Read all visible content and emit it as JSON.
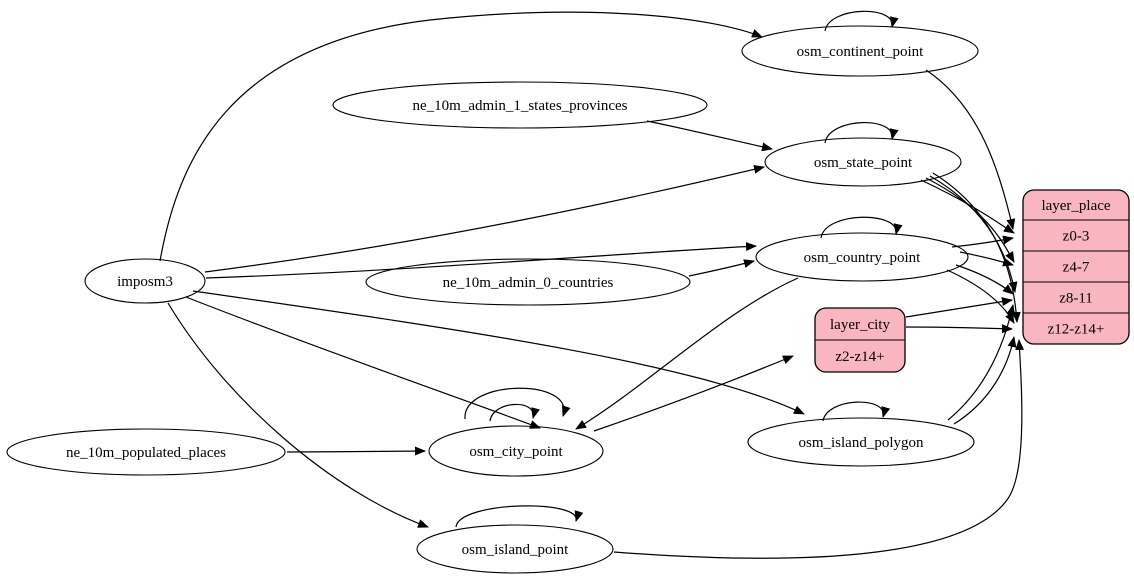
{
  "diagram": {
    "kind": "etl-dependency-graph",
    "background": "#ffffff",
    "colors": {
      "table_fill": "#ffffff",
      "layer_fill": "#f9b6c1",
      "stroke": "#000000",
      "edge": "#000000"
    },
    "tables": [
      {
        "id": "imposm3",
        "label": "imposm3"
      },
      {
        "id": "ne_10m_admin_1_states_provinces",
        "label": "ne_10m_admin_1_states_provinces"
      },
      {
        "id": "ne_10m_admin_0_countries",
        "label": "ne_10m_admin_0_countries"
      },
      {
        "id": "ne_10m_populated_places",
        "label": "ne_10m_populated_places"
      },
      {
        "id": "osm_continent_point",
        "label": "osm_continent_point"
      },
      {
        "id": "osm_state_point",
        "label": "osm_state_point"
      },
      {
        "id": "osm_country_point",
        "label": "osm_country_point"
      },
      {
        "id": "osm_city_point",
        "label": "osm_city_point"
      },
      {
        "id": "osm_island_polygon",
        "label": "osm_island_polygon"
      },
      {
        "id": "osm_island_point",
        "label": "osm_island_point"
      }
    ],
    "layers": [
      {
        "id": "layer_city",
        "title": "layer_city",
        "rows": [
          "z2-z14+"
        ]
      },
      {
        "id": "layer_place",
        "title": "layer_place",
        "rows": [
          "z0-3",
          "z4-7",
          "z8-11",
          "z12-z14+"
        ]
      }
    ],
    "edges": [
      {
        "from": "imposm3",
        "to": "osm_continent_point"
      },
      {
        "from": "imposm3",
        "to": "osm_state_point"
      },
      {
        "from": "imposm3",
        "to": "osm_country_point"
      },
      {
        "from": "imposm3",
        "to": "osm_city_point"
      },
      {
        "from": "imposm3",
        "to": "osm_island_polygon"
      },
      {
        "from": "imposm3",
        "to": "osm_island_point"
      },
      {
        "from": "ne_10m_admin_1_states_provinces",
        "to": "osm_state_point"
      },
      {
        "from": "ne_10m_admin_0_countries",
        "to": "osm_country_point"
      },
      {
        "from": "ne_10m_populated_places",
        "to": "osm_city_point"
      },
      {
        "from": "osm_country_point",
        "to": "osm_city_point"
      },
      {
        "from": "osm_continent_point",
        "to": "osm_continent_point",
        "variant": "loop"
      },
      {
        "from": "osm_state_point",
        "to": "osm_state_point",
        "variant": "loop"
      },
      {
        "from": "osm_country_point",
        "to": "osm_country_point",
        "variant": "loop"
      },
      {
        "from": "osm_city_point",
        "to": "osm_city_point",
        "variant": "loop-inner"
      },
      {
        "from": "osm_city_point",
        "to": "osm_city_point",
        "variant": "loop-outer"
      },
      {
        "from": "osm_island_polygon",
        "to": "osm_island_polygon",
        "variant": "loop"
      },
      {
        "from": "osm_island_point",
        "to": "osm_island_point",
        "variant": "loop"
      },
      {
        "from": "osm_city_point",
        "to": "layer_city",
        "port": "z2-z14+"
      },
      {
        "from": "osm_continent_point",
        "to": "layer_place",
        "port": "z0-3"
      },
      {
        "from": "osm_state_point",
        "to": "layer_place",
        "port": "z0-3"
      },
      {
        "from": "osm_state_point",
        "to": "layer_place",
        "port": "z4-7"
      },
      {
        "from": "osm_state_point",
        "to": "layer_place",
        "port": "z8-11"
      },
      {
        "from": "osm_state_point",
        "to": "layer_place",
        "port": "z12-z14+"
      },
      {
        "from": "osm_country_point",
        "to": "layer_place",
        "port": "z0-3"
      },
      {
        "from": "osm_country_point",
        "to": "layer_place",
        "port": "z4-7"
      },
      {
        "from": "osm_country_point",
        "to": "layer_place",
        "port": "z8-11"
      },
      {
        "from": "osm_country_point",
        "to": "layer_place",
        "port": "z12-z14+"
      },
      {
        "from": "layer_city",
        "to": "layer_place",
        "port": "z8-11"
      },
      {
        "from": "layer_city",
        "to": "layer_place",
        "port": "z12-z14+"
      },
      {
        "from": "osm_island_polygon",
        "to": "layer_place",
        "port": "z8-11"
      },
      {
        "from": "osm_island_polygon",
        "to": "layer_place",
        "port": "z12-z14+"
      },
      {
        "from": "osm_island_point",
        "to": "layer_place",
        "port": "z12-z14+"
      }
    ]
  }
}
